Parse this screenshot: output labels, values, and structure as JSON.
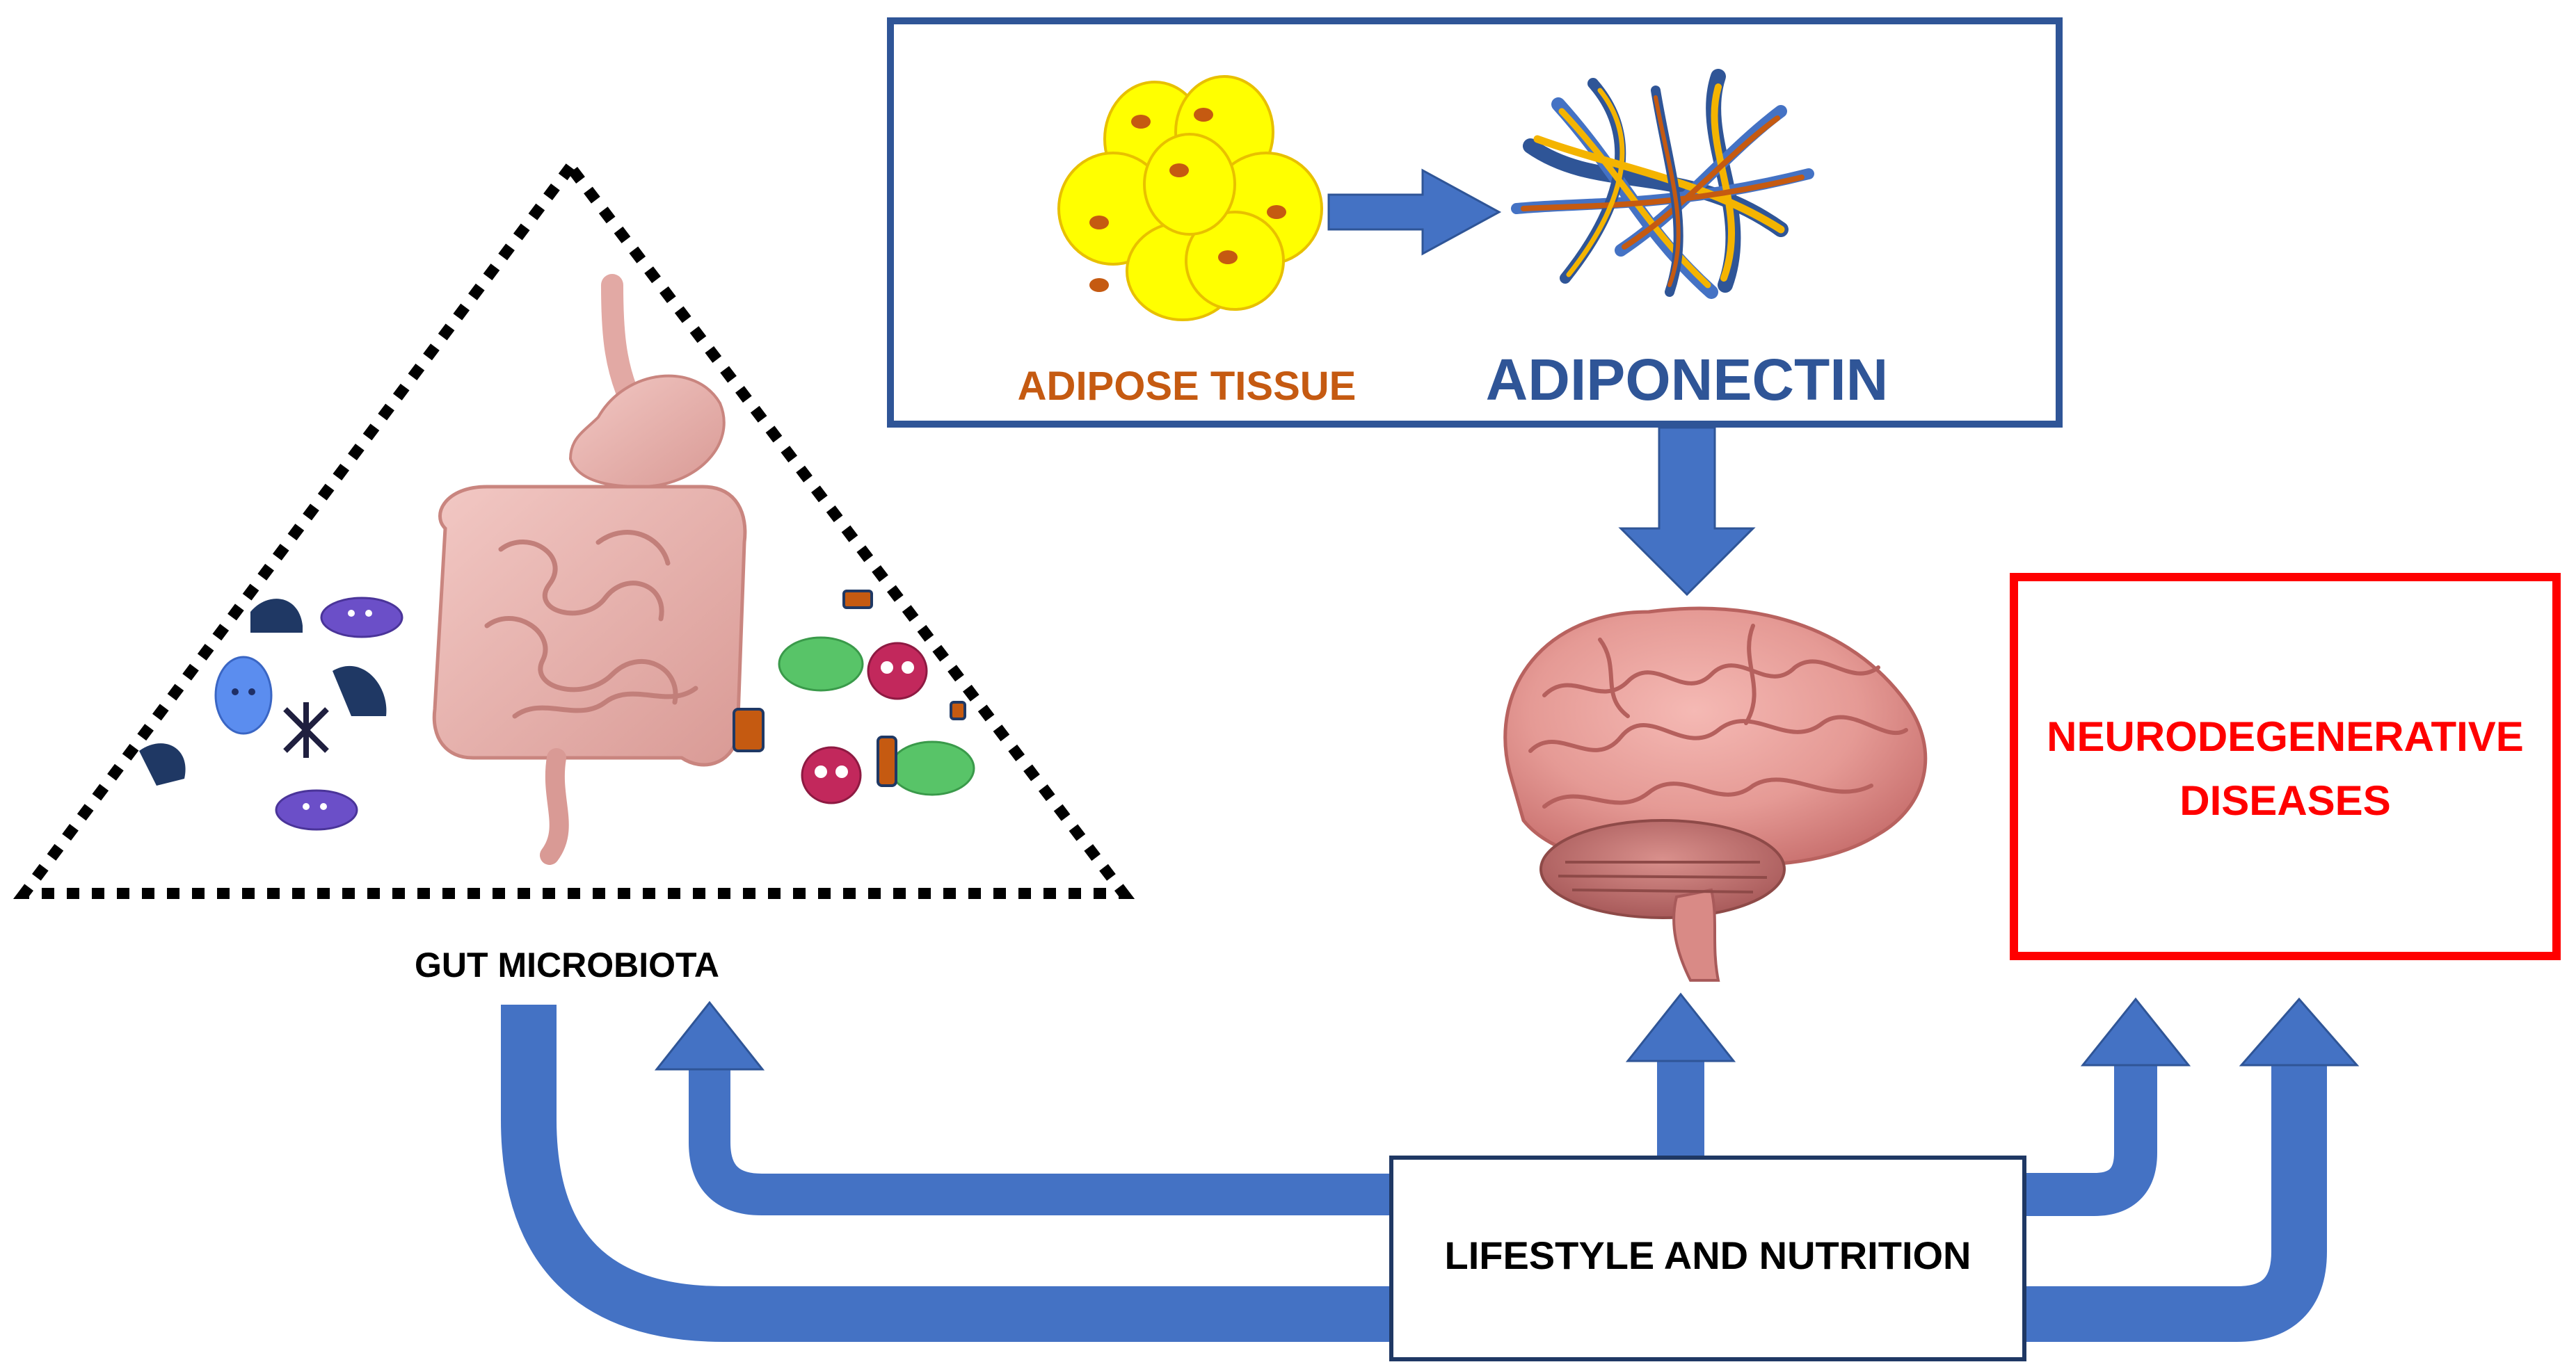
{
  "colors": {
    "arrow_blue": "#4472C4",
    "box_border_blue": "#2F5597",
    "adipose_orange": "#C55A11",
    "adiponectin_blue": "#2F5597",
    "neuro_red": "#FF0000",
    "fat_cell_yellow": "#FFFF00",
    "fat_nucleus": "#C55A11",
    "fiber_yellow": "#F4B400"
  },
  "adipose_box": {
    "adipose_label": "ADIPOSE TISSUE",
    "adiponectin_label": "ADIPONECTIN",
    "adipose_icon": "fat-cell-cluster-icon",
    "adiponectin_icon": "protein-fiber-tangle-icon"
  },
  "gut": {
    "label": "GUT MICROBIOTA",
    "icon": "digestive-system-icon",
    "microbe_icons": [
      "blue-bacterium-icon",
      "purple-bacterium-icon",
      "green-bacterium-icon",
      "magenta-bacterium-icon",
      "orange-capsule-icon"
    ]
  },
  "brain": {
    "icon": "brain-icon"
  },
  "neuro_box": {
    "line1": "NEURODEGENERATIVE",
    "line2": "DISEASES"
  },
  "lifestyle_box": {
    "label": "LIFESTYLE AND NUTRITION"
  }
}
